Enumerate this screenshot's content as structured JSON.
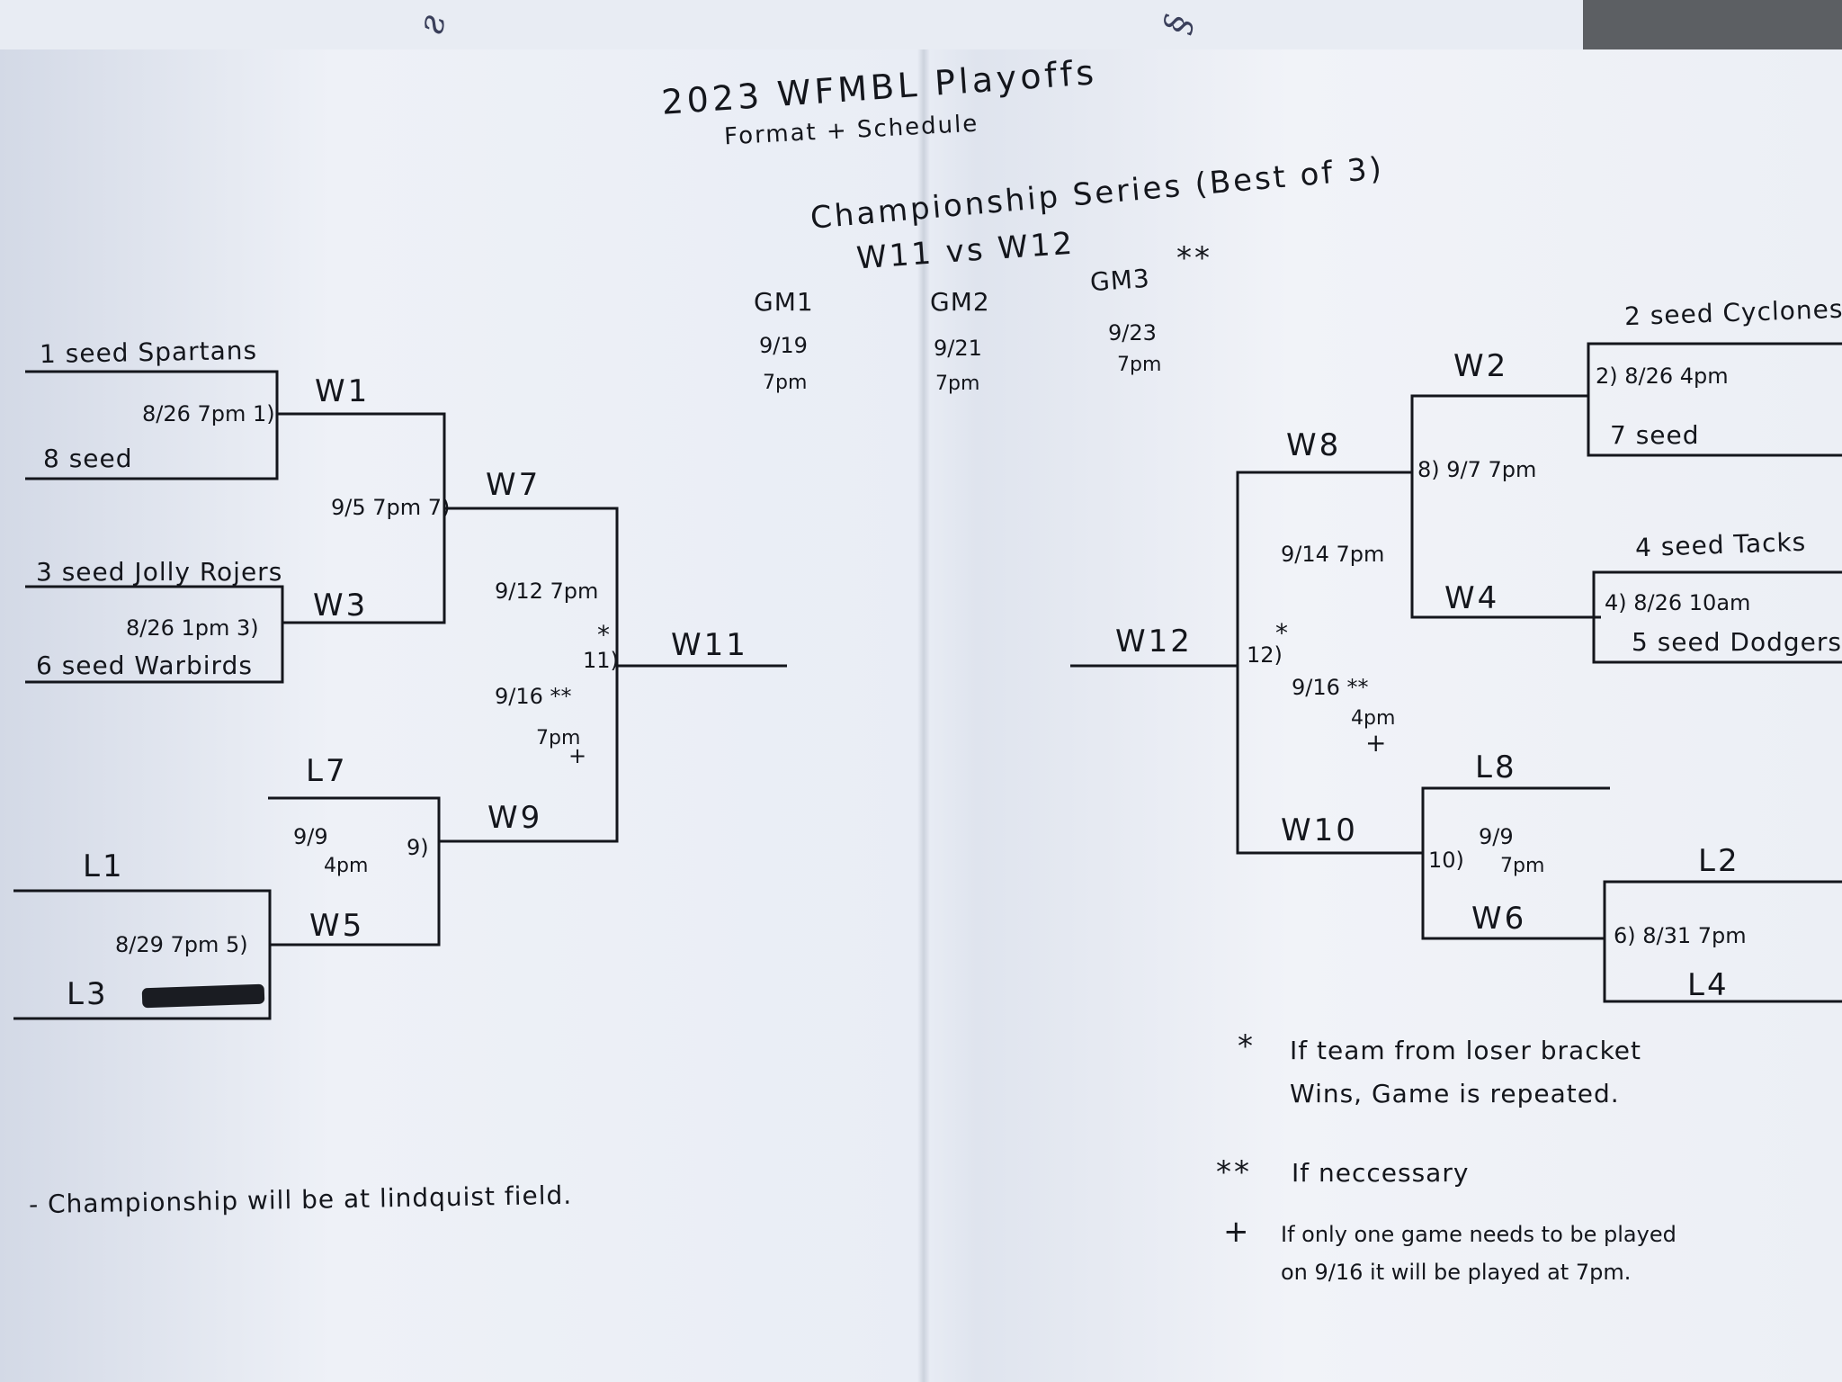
{
  "header": {
    "title": "2023   WFMBL Playoffs",
    "subtitle": "Format + Schedule"
  },
  "championship": {
    "title": "Championship Series (Best of 3)",
    "matchup": "W11  vs  W12",
    "matchup_mark": "**",
    "games": [
      {
        "label": "GM1",
        "date": "9/19",
        "time": "7pm"
      },
      {
        "label": "GM2",
        "date": "9/21",
        "time": "7pm"
      },
      {
        "label": "GM3",
        "date": "9/23",
        "time": "7pm"
      }
    ]
  },
  "left_bracket": {
    "seed1": "1 seed Spartans",
    "seed8": "8 seed",
    "game1": "8/26 7pm 1)",
    "w1": "W1",
    "seed3": "3 seed Jolly Rojers",
    "seed6": "6 seed Warbirds",
    "game3": "8/26 1pm 3)",
    "w3": "W3",
    "game7": "9/5 7pm 7)",
    "w7": "W7",
    "game11_date": "9/12 7pm",
    "game11_mark": "*",
    "game11_num": "11)",
    "w11": "W11",
    "game11_alt": "9/16 **",
    "game11_alt_time": "7pm",
    "game11_alt_mark": "+",
    "l7": "L7",
    "game9_date": "9/9",
    "game9_time": "4pm",
    "game9_num": "9)",
    "w9": "W9",
    "l1": "L1",
    "game5": "8/29 7pm 5)",
    "w5": "W5",
    "l3": "L3"
  },
  "right_bracket": {
    "seed2": "2 seed Cyclones",
    "seed7": "7 seed",
    "game2": "2) 8/26 4pm",
    "w2": "W2",
    "seed4": "4 seed Tacks",
    "seed5": "5 seed Dodgers",
    "game4": "4) 8/26 10am",
    "w4": "W4",
    "game8": "8) 9/7 7pm",
    "w8": "W8",
    "game12_date": "9/14 7pm",
    "game12_mark": "*",
    "game12_num": "12)",
    "w12": "W12",
    "game12_alt": "9/16 **",
    "game12_alt_time": "4pm",
    "game12_alt_mark": "+",
    "l8": "L8",
    "game10_num": "10)",
    "game10_date": "9/9",
    "game10_time": "7pm",
    "w10": "W10",
    "l2": "L2",
    "game6": "6) 8/31 7pm",
    "w6": "W6",
    "l4": "L4"
  },
  "notes": {
    "championship_site": "- Championship will be at lindquist field.",
    "star1_mark": "*",
    "star1_text_line1": "If team from loser bracket",
    "star1_text_line2": "Wins, Game is repeated.",
    "star2_mark": "**",
    "star2_text": "If neccessary",
    "plus_mark": "+",
    "plus_text_line1": "If only one game needs to be played",
    "plus_text_line2": "on 9/16 it will be played at 7pm."
  },
  "colors": {
    "ink": "#14161c",
    "paper": "#eceff5",
    "background": "#5c5f63"
  }
}
